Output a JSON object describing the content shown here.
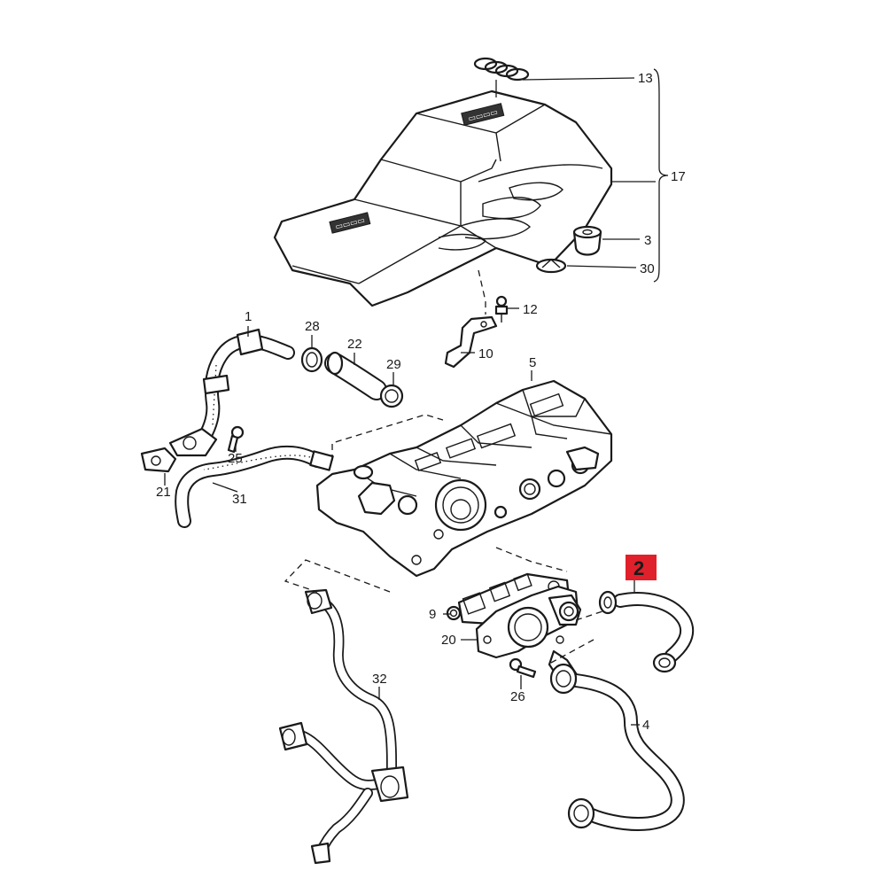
{
  "diagram": {
    "callouts": {
      "p1": "1",
      "p2": "2",
      "p3": "3",
      "p4": "4",
      "p5": "5",
      "p9": "9",
      "p10": "10",
      "p12": "12",
      "p13": "13",
      "p17": "17",
      "p20": "20",
      "p21": "21",
      "p22": "22",
      "p25": "25",
      "p26": "26",
      "p28": "28",
      "p29": "29",
      "p30": "30",
      "p31": "31",
      "p32": "32"
    },
    "highlight_color": "#e0202a",
    "icons": [
      "four-rings-logo-icon"
    ]
  }
}
